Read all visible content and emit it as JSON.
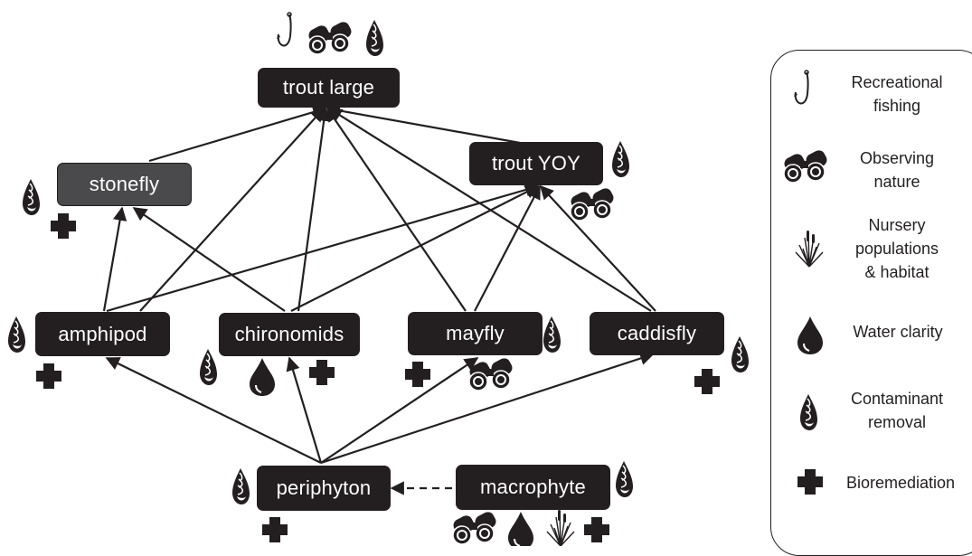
{
  "nodes": {
    "trout_large": "trout large",
    "stonefly": "stonefly",
    "trout_yoy": "trout YOY",
    "amphipod": "amphipod",
    "chironomids": "chironomids",
    "mayfly": "mayfly",
    "caddisfly": "caddisfly",
    "periphyton": "periphyton",
    "macrophyte": "macrophyte"
  },
  "legend": {
    "recreational_fishing": "Recreational\nfishing",
    "observing_nature": "Observing\nnature",
    "nursery": "Nursery\npopulations\n& habitat",
    "water_clarity": "Water clarity",
    "contaminant_removal": "Contaminant\nremoval",
    "bioremediation": "Bioremediation"
  },
  "icon_names": [
    "fishing-hook-icon",
    "binoculars-icon",
    "reed-grass-icon",
    "water-drop-icon",
    "shell-icon",
    "cross-icon"
  ],
  "colors": {
    "node_fill": "#231f20",
    "stonefly_fill": "#4a4a4c",
    "text": "#231f20"
  }
}
